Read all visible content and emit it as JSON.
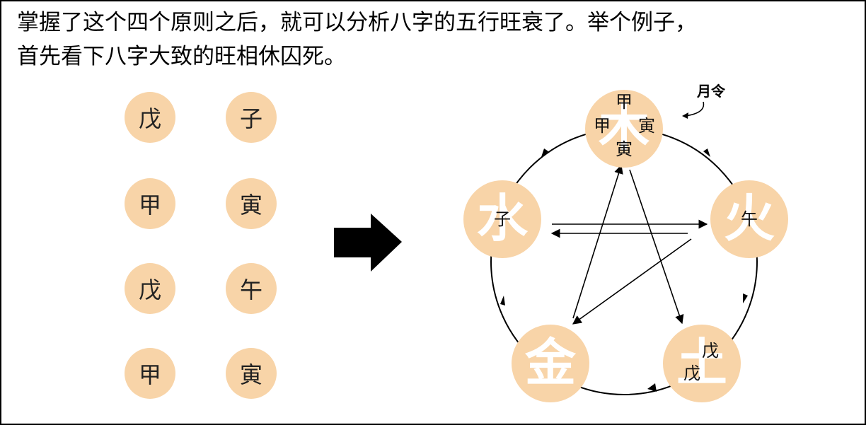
{
  "intro": {
    "line1": "掌握了这个四个原则之后，就可以分析八字的五行旺衰了。举个例子，",
    "line2": "首先看下八字大致的旺相休囚死。"
  },
  "pillars": {
    "left": [
      "戊",
      "甲",
      "戊",
      "甲"
    ],
    "right": [
      "子",
      "寅",
      "午",
      "寅"
    ]
  },
  "diagram": {
    "annotation": "月令",
    "nodes": {
      "wood": {
        "element": "木",
        "chars": [
          "甲",
          "甲",
          "寅",
          "寅"
        ]
      },
      "fire": {
        "element": "火",
        "chars": [
          "午"
        ]
      },
      "earth": {
        "element": "土",
        "chars": [
          "戊",
          "戊"
        ]
      },
      "metal": {
        "element": "金",
        "chars": []
      },
      "water": {
        "element": "水",
        "chars": [
          "子"
        ]
      }
    },
    "colors": {
      "node": "#f8d4a8",
      "line": "#000000"
    }
  }
}
